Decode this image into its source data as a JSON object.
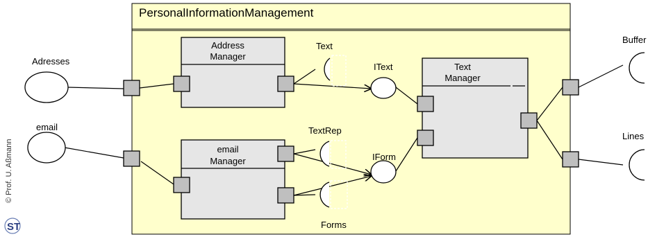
{
  "package": {
    "title": "PersonalInformationManagement"
  },
  "components": {
    "address_manager": {
      "line1": "Address",
      "line2": "Manager"
    },
    "email_manager": {
      "line1": "email",
      "line2": "Manager"
    },
    "text_manager": {
      "line1": "Text",
      "line2": "Manager"
    }
  },
  "interfaces": {
    "adresses": "Adresses",
    "email": "email",
    "text": "Text",
    "itext": "IText",
    "textrep": "TextRep",
    "iform": "IForm",
    "forms": "Forms",
    "buffer": "Buffer",
    "lines": "Lines"
  },
  "side_label": {
    "copyright": "© Prof. U. Aßmann",
    "logo": "ST"
  },
  "colors": {
    "package_fill": "#ffffcc",
    "component_fill": "#e6e6e6",
    "port_fill": "#bfbfbf"
  }
}
